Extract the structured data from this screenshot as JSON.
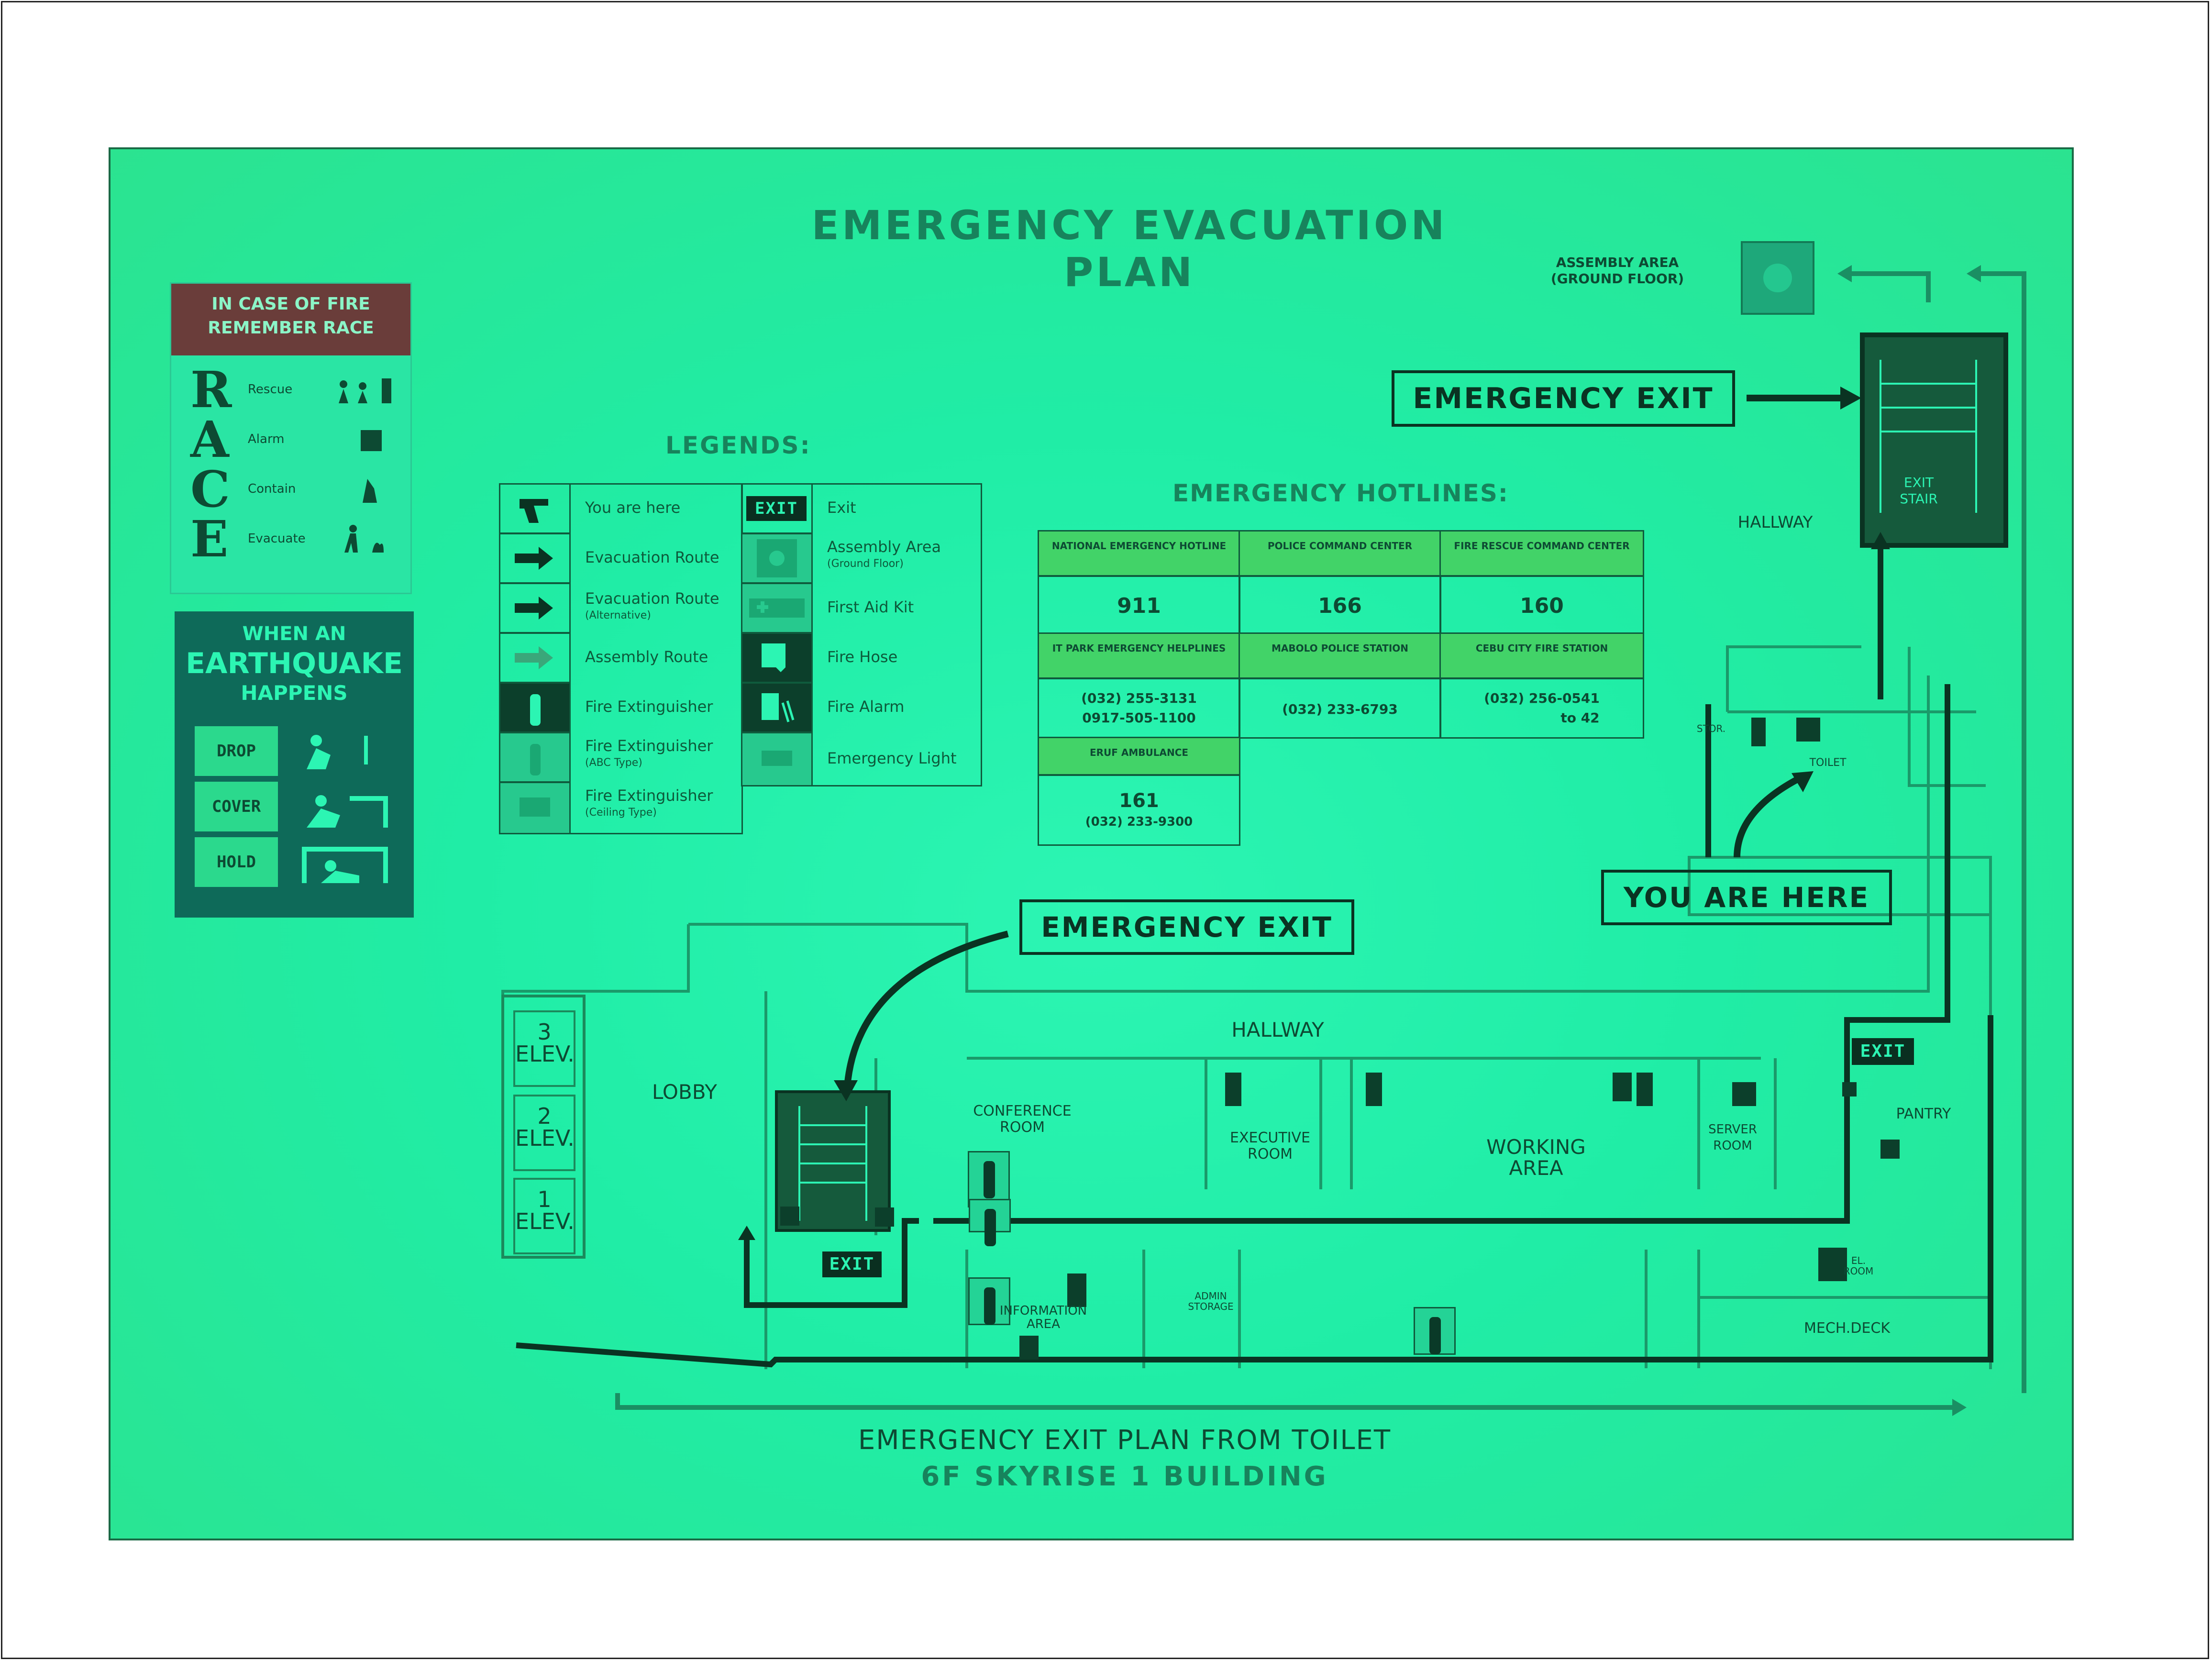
{
  "title": "EMERGENCY EVACUATION PLAN",
  "race": {
    "header_line1": "IN CASE OF FIRE",
    "header_line2": "REMEMBER RACE",
    "rows": [
      {
        "letter": "R",
        "word": "Rescue"
      },
      {
        "letter": "A",
        "word": "Alarm"
      },
      {
        "letter": "C",
        "word": "Contain"
      },
      {
        "letter": "E",
        "word": "Evacuate"
      }
    ]
  },
  "earthquake": {
    "line1": "WHEN AN",
    "line2": "EARTHQUAKE",
    "line3": "HAPPENS",
    "steps": [
      "DROP",
      "COVER",
      "HOLD"
    ]
  },
  "legends": {
    "title": "LEGENDS:",
    "left": [
      {
        "label": "You are here",
        "sub": "",
        "icon": "hand-pointer-icon"
      },
      {
        "label": "Evacuation Route",
        "sub": "",
        "icon": "arrow-right-icon"
      },
      {
        "label": "Evacuation Route",
        "sub": "(Alternative)",
        "icon": "arrow-right-icon"
      },
      {
        "label": "Assembly Route",
        "sub": "",
        "icon": "arrow-right-light-icon"
      },
      {
        "label": "Fire Extinguisher",
        "sub": "",
        "icon": "fire-extinguisher-icon"
      },
      {
        "label": "Fire Extinguisher",
        "sub": "(ABC Type)",
        "icon": "fire-extinguisher-abc-icon"
      },
      {
        "label": "Fire Extinguisher",
        "sub": "(Ceiling Type)",
        "icon": "ceiling-extinguisher-icon"
      }
    ],
    "right": [
      {
        "label": "Exit",
        "sub": "",
        "icon": "exit-sign-icon"
      },
      {
        "label": "Assembly Area",
        "sub": "(Ground Floor)",
        "icon": "assembly-area-icon"
      },
      {
        "label": "First Aid Kit",
        "sub": "",
        "icon": "first-aid-icon"
      },
      {
        "label": "Fire Hose",
        "sub": "",
        "icon": "fire-hose-icon"
      },
      {
        "label": "Fire Alarm",
        "sub": "",
        "icon": "fire-alarm-icon"
      },
      {
        "label": "Emergency Light",
        "sub": "",
        "icon": "emergency-light-icon"
      }
    ],
    "exit_icon_text": "EXIT"
  },
  "hotlines": {
    "title": "EMERGENCY HOTLINES:",
    "row1": [
      {
        "head": "NATIONAL EMERGENCY HOTLINE",
        "value": "911",
        "value2": ""
      },
      {
        "head": "POLICE COMMAND CENTER",
        "value": "166",
        "value2": ""
      },
      {
        "head": "FIRE RESCUE COMMAND CENTER",
        "value": "160",
        "value2": ""
      }
    ],
    "row2": [
      {
        "head": "IT PARK EMERGENCY HELPLINES",
        "value": "(032) 255-3131",
        "value2": "0917-505-1100"
      },
      {
        "head": "MABOLO POLICE STATION",
        "value": "(032) 233-6793",
        "value2": ""
      },
      {
        "head": "CEBU CITY FIRE STATION",
        "value": "(032) 256-0541",
        "value2": "to 42"
      }
    ],
    "row3": [
      {
        "head": "ERUF AMBULANCE",
        "value": "161",
        "value2": "(032) 233-9300"
      }
    ]
  },
  "map": {
    "assembly_label_1": "ASSEMBLY AREA",
    "assembly_label_2": "(GROUND FLOOR)",
    "emergency_exit_top": "EMERGENCY EXIT",
    "emergency_exit_mid": "EMERGENCY EXIT",
    "you_are_here": "YOU ARE HERE",
    "hallway_top": "HALLWAY",
    "hallway_main": "HALLWAY",
    "lobby": "LOBBY",
    "conference": "CONFERENCE ROOM",
    "executive": "EXECUTIVE ROOM",
    "working": "WORKING AREA",
    "server": "SERVER ROOM",
    "pantry": "PANTRY",
    "information": "INFORMATION AREA",
    "admin": "ADMIN STORAGE",
    "mechdeck": "MECH.DECK",
    "el_room": "EL. ROOM",
    "toilet": "TOILET",
    "storage": "STOR.",
    "exit_stair": "EXIT STAIR",
    "exit_sign_1": "EXIT",
    "exit_sign_2": "EXIT",
    "elevators": [
      {
        "num": "3",
        "label": "ELEV."
      },
      {
        "num": "2",
        "label": "ELEV."
      },
      {
        "num": "1",
        "label": "ELEV."
      }
    ]
  },
  "footer": {
    "line1": "EMERGENCY EXIT PLAN FROM TOILET",
    "line2": "6F SKYRISE 1 BUILDING"
  },
  "colors": {
    "board": "#20eda6",
    "ink": "#0d4a33",
    "race_header": "#6a3d3a",
    "earthquake_panel": "#0e6a59",
    "hotline_head": "#42d368"
  }
}
